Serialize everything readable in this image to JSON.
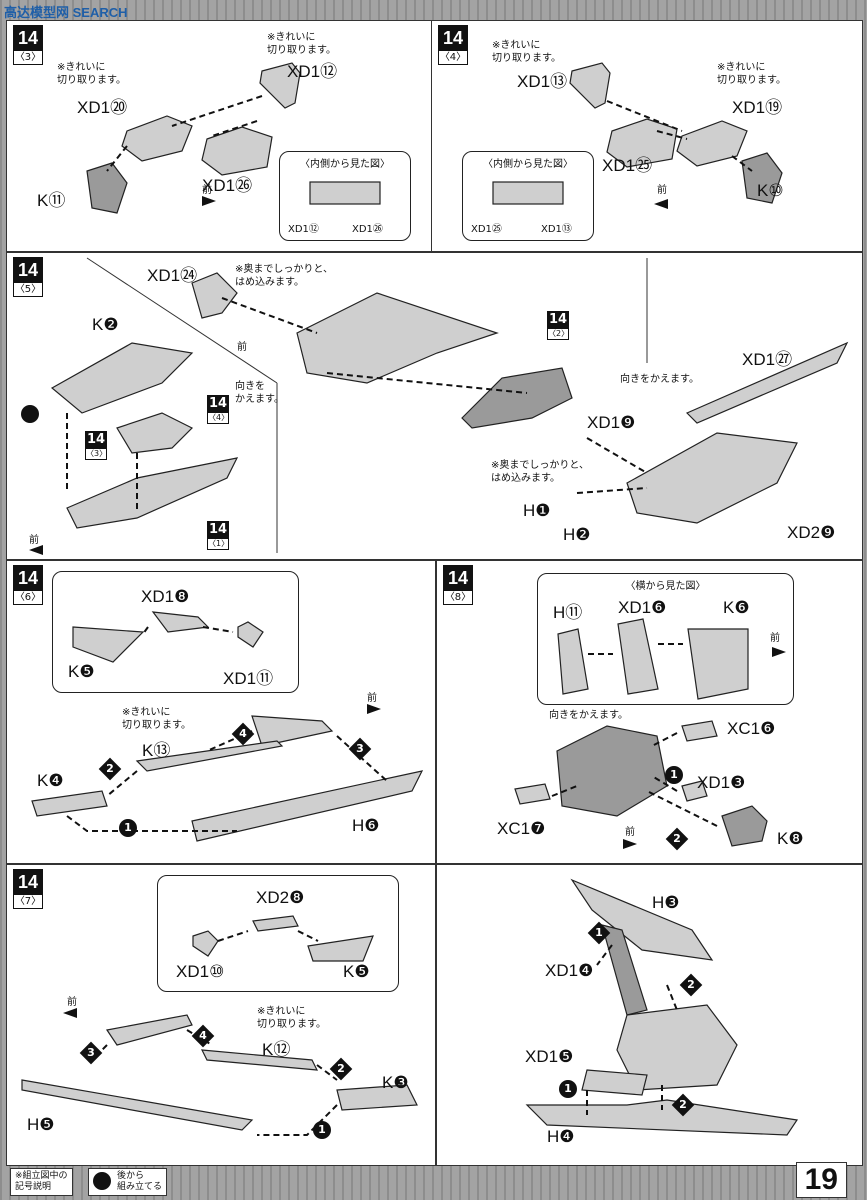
{
  "watermark": "高达模型网 SEARCH",
  "page_number": "19",
  "notes": {
    "cut_clean": "※きれいに\n切り取ります。",
    "insert_firmly": "※奥までしっかりと、\nはめ込みます。",
    "turn_direction": "向きを\nかえます。",
    "turn_direction_inline": "向きをかえます。",
    "inside_view": "〈内側から見た図〉",
    "side_view": "〈横から見た図〉",
    "front": "前"
  },
  "legend": {
    "box1": "※組立図中の\n記号説明",
    "box2": "後から\n組み立てる"
  },
  "panels": [
    {
      "id": "14-3",
      "step": "14",
      "sub": "〈3〉",
      "labels": [
        "XD1⑫",
        "XD1⑳",
        "XD1㉖",
        "K⑪"
      ],
      "inset_labels": [
        "XD1⑫",
        "XD1㉖"
      ]
    },
    {
      "id": "14-4",
      "step": "14",
      "sub": "〈4〉",
      "labels": [
        "XD1⑬",
        "XD1⑲",
        "XD1㉕",
        "K⑩"
      ],
      "inset_labels": [
        "XD1㉕",
        "XD1⑬"
      ]
    },
    {
      "id": "14-5",
      "step": "14",
      "sub": "〈5〉",
      "labels": [
        "XD1㉔",
        "K❷",
        "XD1㉗",
        "XD1❾",
        "H❶",
        "H❷",
        "XD2❾"
      ],
      "refs": [
        {
          "num": "14",
          "sub": "〈2〉"
        },
        {
          "num": "14",
          "sub": "〈4〉"
        },
        {
          "num": "14",
          "sub": "〈3〉"
        },
        {
          "num": "14",
          "sub": "〈1〉"
        }
      ]
    },
    {
      "id": "14-6",
      "step": "14",
      "sub": "〈6〉",
      "labels": [
        "XD1❽",
        "K❺",
        "XD1⑪",
        "K⑬",
        "K❹",
        "H❻"
      ],
      "order": [
        "1",
        "2",
        "3",
        "4"
      ]
    },
    {
      "id": "14-8",
      "step": "14",
      "sub": "〈8〉",
      "labels": [
        "H⑪",
        "XD1❻",
        "K❻",
        "XC1❻",
        "XD1❸",
        "XC1❼",
        "K❽"
      ],
      "order": [
        "1",
        "2"
      ]
    },
    {
      "id": "14-7",
      "step": "14",
      "sub": "〈7〉",
      "labels": [
        "XD2❽",
        "XD1⑩",
        "K❺",
        "K⑫",
        "K❸",
        "H❺"
      ],
      "order": [
        "1",
        "2",
        "3",
        "4"
      ]
    },
    {
      "id": "14-9",
      "labels": [
        "H❸",
        "XD1❹",
        "XD1❺",
        "H❹"
      ],
      "order": [
        "1",
        "2",
        "1",
        "2"
      ]
    }
  ]
}
